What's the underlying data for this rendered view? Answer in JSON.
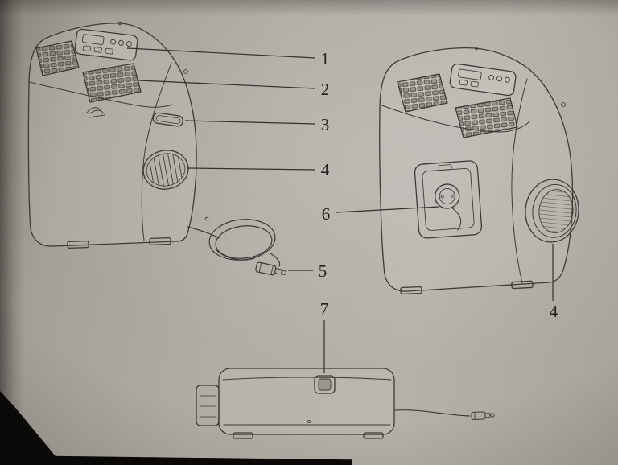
{
  "colors": {
    "paper": "#b1ada6",
    "ink": "#3d3b36",
    "numerals": "#24221e",
    "photo_shadow": "#0a0908"
  },
  "callouts": [
    {
      "number": "1"
    },
    {
      "number": "2"
    },
    {
      "number": "3"
    },
    {
      "number": "4"
    },
    {
      "number": "5"
    },
    {
      "number": "6"
    },
    {
      "number": "7"
    },
    {
      "number": "4"
    }
  ]
}
